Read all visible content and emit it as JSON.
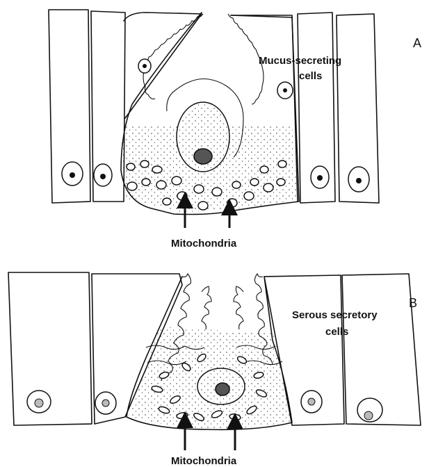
{
  "panel_a": {
    "letter": "A",
    "cell_label_line1": "Mucus-secreting",
    "cell_label_line2": "cells",
    "pointer_label": "Mitochondria"
  },
  "panel_b": {
    "letter": "B",
    "cell_label_line1": "Serous secretory",
    "cell_label_line2": "cells",
    "pointer_label": "Mitochondria"
  }
}
